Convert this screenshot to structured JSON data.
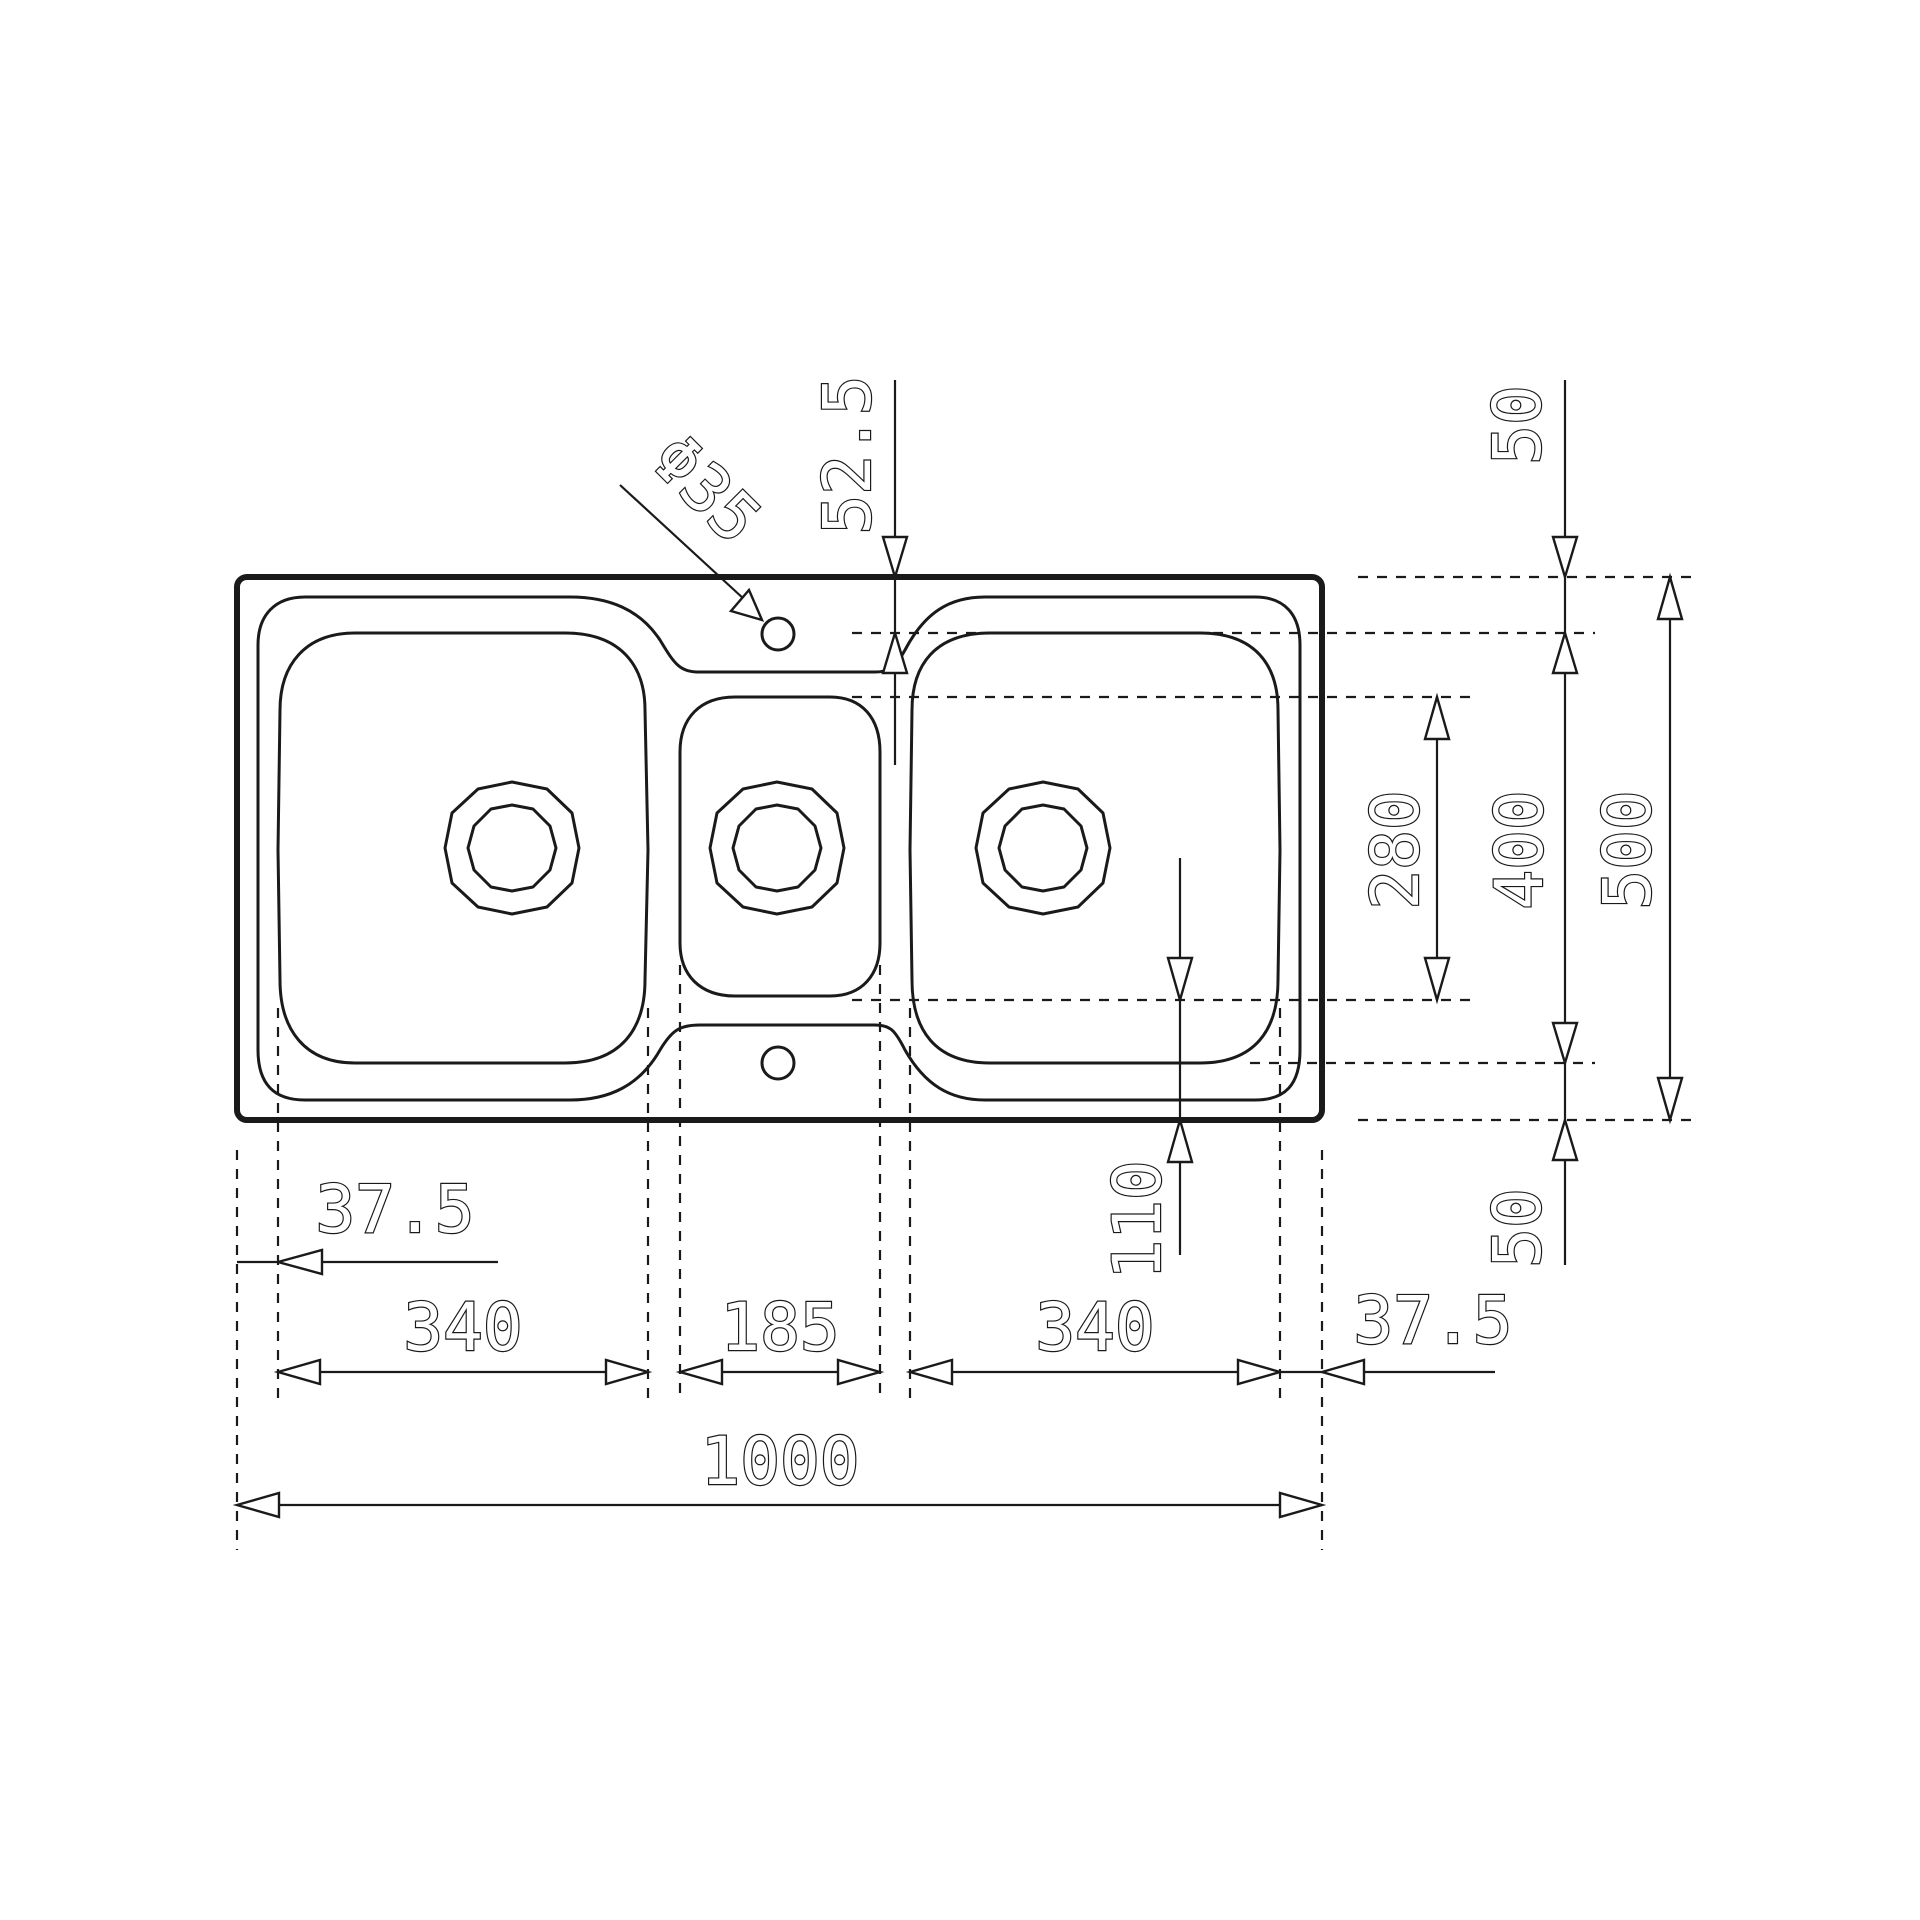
{
  "diagram": {
    "labels": {
      "hole_diameter": "Φ35",
      "tap_hole_offset": "52.5",
      "top_margin": "50",
      "bottom_margin": "50",
      "small_bowl_depth": "280",
      "bowl_depth": "400",
      "total_depth": "500",
      "drain_offset": "110",
      "left_edge": "37.5",
      "left_bowl_width": "340",
      "small_bowl_width": "185",
      "right_bowl_width": "340",
      "right_edge": "37.5",
      "total_width": "1000"
    }
  }
}
